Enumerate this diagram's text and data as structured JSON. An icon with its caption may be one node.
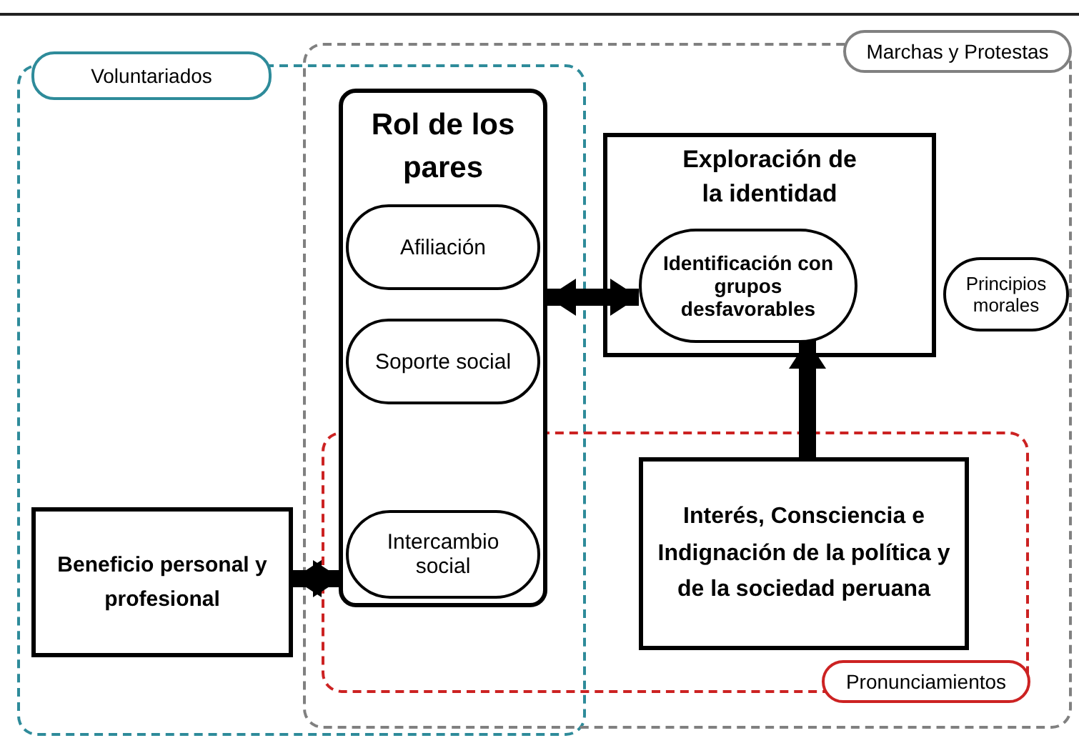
{
  "diagram": {
    "nodes": [
      {
        "text": [
          "Voluntariados"
        ]
      },
      {
        "text": [
          "Marchas y Protestas"
        ]
      },
      {
        "text": [
          "Pronunciamientos"
        ]
      },
      {
        "text": [
          "Rol de los pares"
        ]
      },
      {
        "text": [
          "Afiliación"
        ],
        "in": 3
      },
      {
        "text": [
          "Soporte social"
        ],
        "in": 3
      },
      {
        "text": [
          "Intercambio social"
        ],
        "in": 3
      },
      {
        "text": [
          "Exploración de la identidad"
        ]
      },
      {
        "text": [
          "Identificación con grupos desfavorables"
        ],
        "in": 7
      },
      {
        "text": [
          "Principios morales"
        ]
      },
      {
        "text": [
          "Beneficio personal y profesional"
        ]
      },
      {
        "text": [
          "Interés, Consciencia e Indignación de la política y de la sociedad peruana"
        ]
      }
    ],
    "edges": [
      {
        "from": 3,
        "to": 8,
        "arrow": "both"
      },
      {
        "from": 10,
        "to": 6,
        "arrow": "both"
      },
      {
        "from": 11,
        "to": 8,
        "arrow": "to"
      }
    ]
  }
}
